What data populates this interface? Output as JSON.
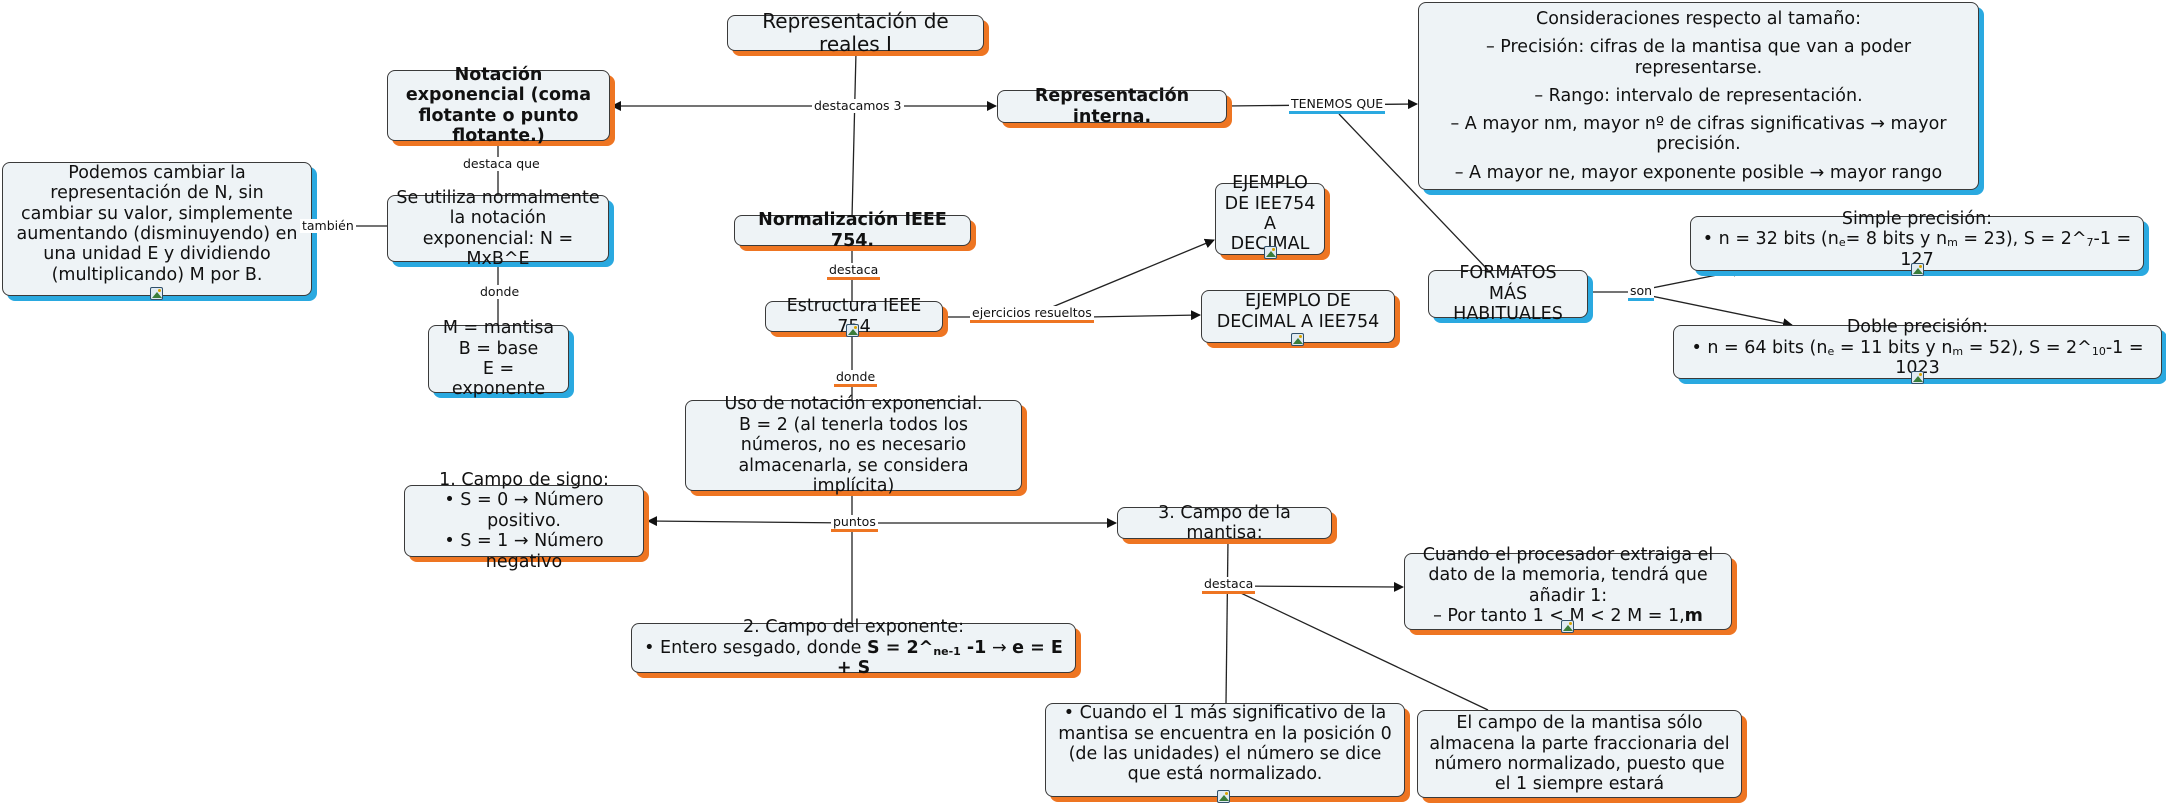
{
  "nodes": {
    "title": "Representación de reales I",
    "notacion": "Notación exponencial (coma flotante o punto flotante.)",
    "interna": "Representación interna.",
    "consideraciones": {
      "heading": "Consideraciones respecto al tamaño:",
      "precision": "– Precisión: cifras de la mantisa que van a poder representarse.",
      "rango": "– Rango: intervalo de representación.",
      "mayor_nm": "– A mayor nm, mayor nº de cifras significativas → mayor precisión.",
      "mayor_ne": "– A mayor ne, mayor exponente posible → mayor rango"
    },
    "podemos": "Podemos cambiar la representación de N, sin cambiar su valor, simplemente aumentando (disminuyendo) en una unidad E y dividiendo (multiplicando) M por B.",
    "seutiliza": "Se utiliza normalmente la notación exponencial: N = MxB^E",
    "mbe": "M = mantisa\nB = base\nE = exponente",
    "ieee": "Normalización IEEE 754.",
    "ej_iee_dec": "EJEMPLO DE IEE754 A DECIMAL",
    "ej_dec_iee": "EJEMPLO DE DECIMAL A IEE754",
    "estructura": "Estructura IEEE 754",
    "formatos": "FORMATOS\nMÁS HABITUALES",
    "simple": {
      "title": "Simple precisión:",
      "l1": "• n = 32 bits (n",
      "s1": "e",
      "l2": "= 8 bits y n",
      "s2": "m",
      "l3": " = 23), S = 2^",
      "s3": "7",
      "l4": "-1 = 127"
    },
    "doble": {
      "title": "Doble precisión:",
      "l1": "• n = 64 bits (n",
      "s1": "e",
      "l2": " = 11 bits y n",
      "s2": "m",
      "l3": " = 52), S = 2^",
      "s3": "10",
      "l4": "-1 = 1023"
    },
    "uso": "Uso de notación exponencial.\nB = 2 (al tenerla todos los números, no es necesario almacenarla, se considera implícita)",
    "signo": {
      "title": "1. Campo de signo:",
      "l1": "• S = 0 → Número positivo.",
      "l2": "• S = 1 → Número negativo"
    },
    "mantisa": "3. Campo de la mantisa:",
    "exponente": {
      "title": "2. Campo del exponente:",
      "pre": "• Entero sesgado, donde ",
      "b1": "S = 2^",
      "bsub": "ne-1",
      "b2": " -1",
      "mid": " → ",
      "b3": "e = E + S"
    },
    "cuando_proc": {
      "text": "Cuando el procesador extraiga el dato de la memoria, tendrá que añadir 1:\n– Por tanto 1 < M < 2 M = 1,",
      "bold": "m"
    },
    "cuando_uno": "• Cuando el 1 más significativo de la mantisa se encuentra en la posición 0 (de las unidades) el número se dice que está normalizado.",
    "campo_solo": "El campo de la mantisa sólo almacena la parte fraccionaria del número normalizado, puesto que el 1 siempre estará"
  },
  "links": {
    "destacamos": "destacamos 3",
    "tenemos": "TENEMOS QUE",
    "destaca_que": "destaca que",
    "tambien": "también",
    "donde1": "donde",
    "destaca1": "destaca",
    "ejercicios": "ejercicios resueltos",
    "donde2": "donde",
    "son": "son",
    "puntos": "puntos",
    "destaca2": "destaca"
  },
  "colors": {
    "node_fill": "#eef3f6",
    "shadow_orange": "#ee7522",
    "shadow_blue": "#2aa9e0",
    "line": "#222222"
  }
}
